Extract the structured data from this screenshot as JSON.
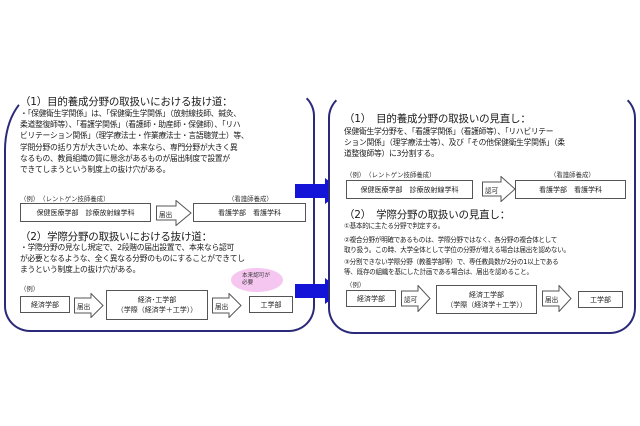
{
  "left": {
    "section1": {
      "heading": "（1）目的養成分野の取扱いにおける抜け道：",
      "lines": [
        "・「保健衛生学関係」は、「保健衛生学関係」（放射線技師、鍼灸、",
        "柔道整復師等）、「看護学関係」（看護師・助産師・保健師）、「リハ",
        "ビリテーション関係」（理学療法士・作業療法士・言語聴覚士）等、",
        "学問分野の括り方が大きいため、本来なら、専門分野が大きく異",
        "なるもの、教員組織の質に懸念があるものが届出制度で設置が",
        "できてしまうという制度上の抜け穴がある。"
      ],
      "example": {
        "label_left": "（例）　（レントゲン技師養成）",
        "label_right": "（看護師養成）",
        "from": "保健医療学部　診療放射線学科",
        "arrow": "届出",
        "to": "看護学部　看護学科"
      }
    },
    "section2": {
      "heading": "（2）学際分野の取扱いにおける抜け道：",
      "lines": [
        "・学際分野の見なし規定で、2段階の届出設置で、本来なら認可",
        "が必要となるような、全く異なる分野のものにすることができてし",
        "まうという制度上の抜け穴がある。"
      ],
      "example": {
        "label": "（例）",
        "step1": "経済学部",
        "arrow1": "届出",
        "step2_line1": "経済･工学部",
        "step2_line2": "（学際（経済学＋工学））",
        "arrow2": "届出",
        "step3": "工学部",
        "bubble_line1": "本来認可が",
        "bubble_line2": "必要"
      }
    }
  },
  "right": {
    "section1": {
      "heading": "（1）　目的養成分野の取扱いの見直し：",
      "lines": [
        "保健衛生学分野を、「看護学関係」（看護師等）、「リハビリテー",
        "ション関係」（理学療法士等）、及び「その他保健衛生学関係」（柔",
        "道整復師等）に3分割する。"
      ],
      "example": {
        "label_left": "（例）　（レントゲン技師養成）",
        "label_right": "（看護師養成）",
        "from": "保健医療学部　診療放射線学科",
        "arrow": "認可",
        "to": "看護学部　看護学科"
      }
    },
    "section2": {
      "heading": "（2）　学際分野の取扱いの見直し：",
      "items": [
        "①基本的に主たる分野で判定する。",
        "②複合分野が明確であるものは、学際分野ではなく、各分野の複合体として",
        "取り扱う。この時、大学全体として学位の分野が増える場合は届出を認めない。",
        "③分割できない学際分野（教養学部等）で、専任教員数が2分の1以上である",
        "等、既存の組織を基にした計画である場合は、届出を認めること。"
      ],
      "example": {
        "label": "（例）",
        "step1": "経済学部",
        "arrow1": "認可",
        "step2_line1": "経済工学部",
        "step2_line2": "（学際（経済学＋工学））",
        "arrow2": "届出",
        "step3": "工学部"
      }
    }
  },
  "colors": {
    "border": "#2b2a7a",
    "blue_arrow": "#1414d8",
    "bubble": "#f5c6f0"
  }
}
